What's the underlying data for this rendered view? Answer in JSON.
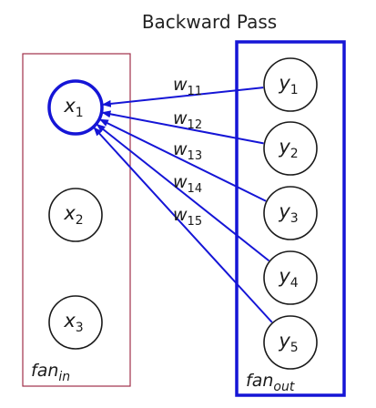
{
  "title": "Backward Pass",
  "colors": {
    "fan_in_box": "#a0304a",
    "fan_out_box": "#1515d6",
    "arrow": "#1515d6",
    "highlight_node": "#1515d6",
    "node": "#1a1a1a"
  },
  "fan_in": {
    "label_main": "fan",
    "label_sub": "in",
    "nodes": [
      {
        "main": "x",
        "sub": "1",
        "highlighted": true
      },
      {
        "main": "x",
        "sub": "2",
        "highlighted": false
      },
      {
        "main": "x",
        "sub": "3",
        "highlighted": false
      }
    ]
  },
  "fan_out": {
    "label_main": "fan",
    "label_sub": "out",
    "nodes": [
      {
        "main": "y",
        "sub": "1"
      },
      {
        "main": "y",
        "sub": "2"
      },
      {
        "main": "y",
        "sub": "3"
      },
      {
        "main": "y",
        "sub": "4"
      },
      {
        "main": "y",
        "sub": "5"
      }
    ]
  },
  "edges": [
    {
      "from": "y1",
      "to": "x1",
      "main": "w",
      "sub": "11"
    },
    {
      "from": "y2",
      "to": "x1",
      "main": "w",
      "sub": "12"
    },
    {
      "from": "y3",
      "to": "x1",
      "main": "w",
      "sub": "13"
    },
    {
      "from": "y4",
      "to": "x1",
      "main": "w",
      "sub": "14"
    },
    {
      "from": "y5",
      "to": "x1",
      "main": "w",
      "sub": "15"
    }
  ]
}
